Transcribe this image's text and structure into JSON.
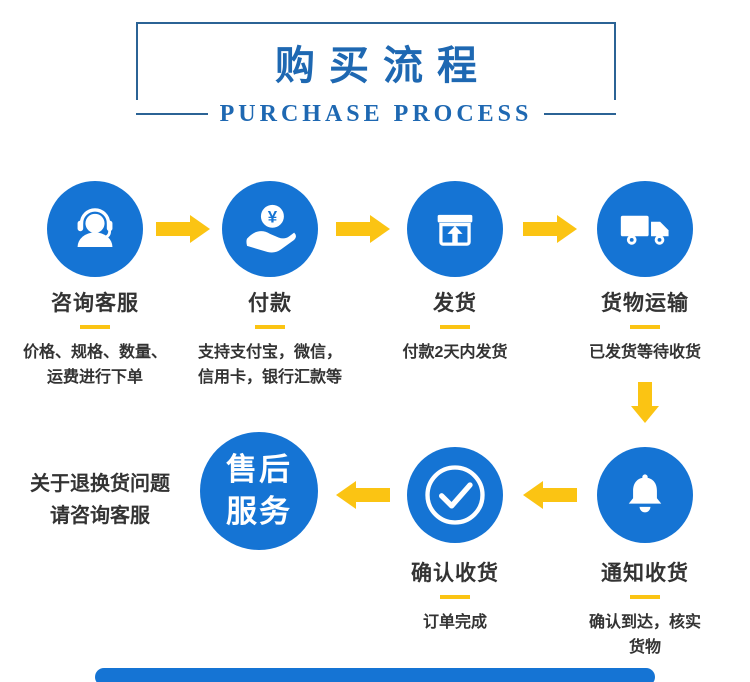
{
  "header": {
    "title": "购买流程",
    "subtitle": "PURCHASE PROCESS"
  },
  "steps": {
    "consult": {
      "label": "咨询客服",
      "desc": "价格、规格、数量、\n运费进行下单",
      "icon": "headset-icon"
    },
    "payment": {
      "label": "付款",
      "desc": "支持支付宝，微信，\n信用卡，银行汇款等",
      "icon": "hand-coin-icon"
    },
    "ship": {
      "label": "发货",
      "desc": "付款2天内发货",
      "icon": "package-arrow-icon"
    },
    "transport": {
      "label": "货物运输",
      "desc": "已发货等待收货",
      "icon": "truck-icon"
    },
    "notify": {
      "label": "通知收货",
      "desc": "确认到达，核实\n货物",
      "icon": "bell-icon"
    },
    "confirm": {
      "label": "确认收货",
      "desc": "订单完成",
      "icon": "check-circle-icon"
    },
    "aftersale": {
      "label": "售后\n服务"
    }
  },
  "note": "关于退换货问题\n请咨询客服",
  "icons": {
    "yuan_symbol": "¥"
  },
  "colors": {
    "circle_blue": "#1574d4",
    "arrow_yellow": "#fbc413",
    "title_blue": "#1e68b2",
    "frame_blue": "#2b6395",
    "text_dark": "#333333"
  }
}
